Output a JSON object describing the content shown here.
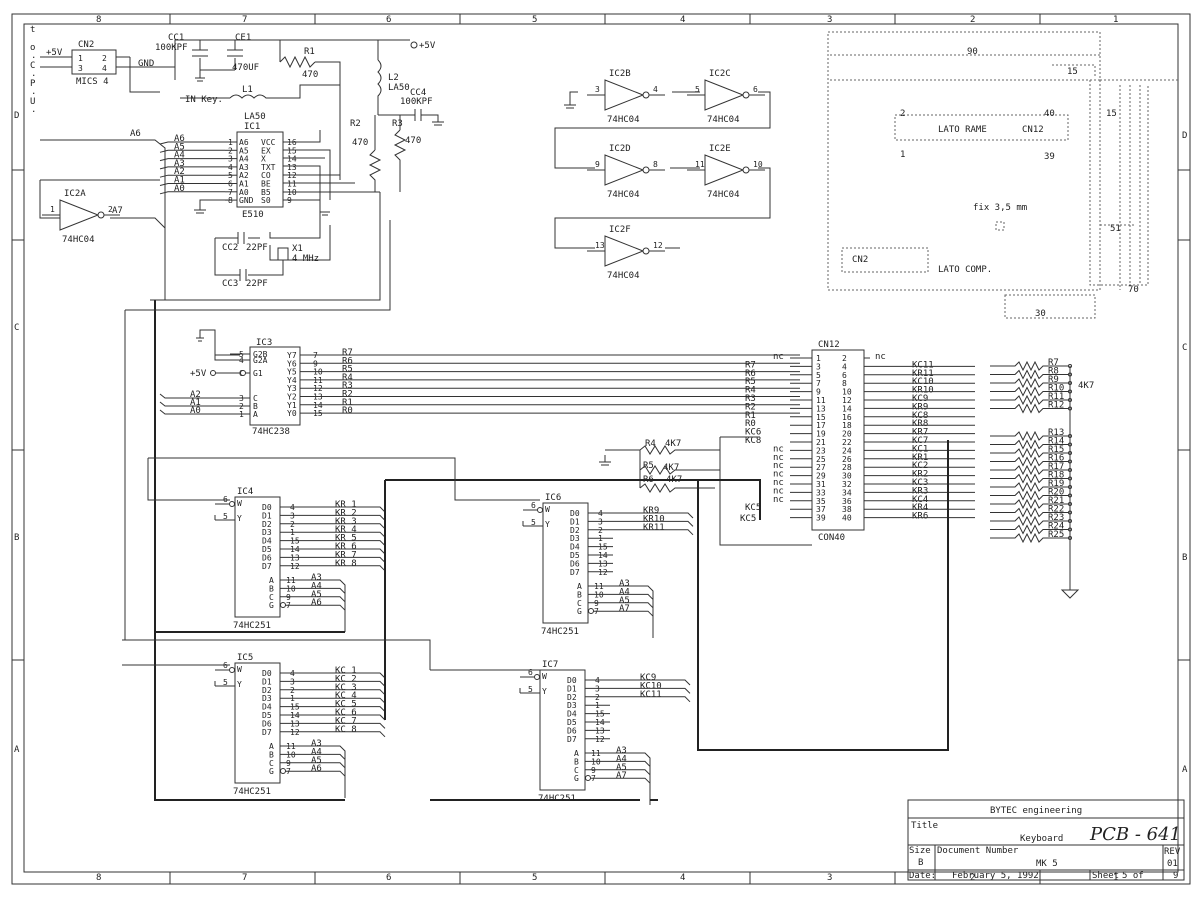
{
  "border": {
    "top_cols": [
      "8",
      "7",
      "6",
      "5",
      "4",
      "3",
      "2",
      "1"
    ],
    "bottom_cols": [
      "8",
      "7",
      "6",
      "5",
      "4",
      "3",
      "2",
      "1"
    ],
    "rows": [
      "D",
      "C",
      "B",
      "A"
    ]
  },
  "connector_label": [
    "t",
    "o",
    "C",
    "P",
    "U"
  ],
  "power": {
    "cn2_name": "CN2",
    "cn2_part": "MICS 4",
    "plus5": "+5V",
    "gnd": "GND",
    "cc1": "CC1",
    "cc1_val": "100KPF",
    "ce1": "CE1",
    "ce1_val": "470UF",
    "r1": "R1",
    "r1_val": "470",
    "supply": "+5V",
    "l2": "L2",
    "l2_val": "LA50",
    "cc4": "CC4",
    "cc4_val": "100KPF",
    "l1": "L1",
    "in_key": "IN Key."
  },
  "ic1": {
    "top": "LA50",
    "name": "IC1",
    "part": "E510",
    "left_pins": [
      "A6",
      "A5",
      "A4",
      "A3",
      "A2",
      "A1",
      "A0",
      "GND"
    ],
    "left_nums": [
      "1",
      "2",
      "3",
      "4",
      "5",
      "6",
      "7",
      "8"
    ],
    "right_pins": [
      "VCC",
      "EX",
      "X",
      "TXT",
      "CO",
      "BE",
      "B5",
      "S0"
    ],
    "right_nums": [
      "16",
      "15",
      "14",
      "13",
      "12",
      "11",
      "10",
      "9"
    ],
    "nets": [
      "A6",
      "A5",
      "A4",
      "A3",
      "A2",
      "A1",
      "A0"
    ]
  },
  "r2": "R2",
  "r2_val": "470",
  "r3": "R3",
  "r3_val": "470",
  "crystal": {
    "cc2": "CC2",
    "cc2_val": "22PF",
    "cc3": "CC3",
    "cc3_val": "22PF",
    "x1": "X1",
    "freq": "4 MHz"
  },
  "inverters": [
    {
      "name": "IC2A",
      "part": "74HC04",
      "in": "1",
      "out": "2",
      "net_in": "A6",
      "net_out": "A7"
    },
    {
      "name": "IC2B",
      "part": "74HC04",
      "in": "3",
      "out": "4"
    },
    {
      "name": "IC2C",
      "part": "74HC04",
      "in": "5",
      "out": "6"
    },
    {
      "name": "IC2D",
      "part": "74HC04",
      "in": "9",
      "out": "8"
    },
    {
      "name": "IC2E",
      "part": "74HC04",
      "in": "11",
      "out": "10"
    },
    {
      "name": "IC2F",
      "part": "74HC04",
      "in": "13",
      "out": "12"
    }
  ],
  "ic3": {
    "name": "IC3",
    "part": "74HC238",
    "left_pins": [
      "G2B",
      "G2A",
      "G1",
      "C",
      "B",
      "A"
    ],
    "left_nums": [
      "5",
      "4",
      "6",
      "3",
      "2",
      "1"
    ],
    "supply": "+5V",
    "inputs": [
      "A2",
      "A1",
      "A0"
    ],
    "right_pins": [
      "Y7",
      "Y6",
      "Y5",
      "Y4",
      "Y3",
      "Y2",
      "Y1",
      "Y0"
    ],
    "right_nums": [
      "7",
      "9",
      "10",
      "11",
      "12",
      "13",
      "14",
      "15"
    ],
    "nets": [
      "R7",
      "R6",
      "R5",
      "R4",
      "R3",
      "R2",
      "R1",
      "R0"
    ]
  },
  "cn12": {
    "name": "CN12",
    "part": "CON40",
    "left_nums": [
      "1",
      "3",
      "5",
      "7",
      "9",
      "11",
      "13",
      "15",
      "17",
      "19",
      "21",
      "23",
      "25",
      "27",
      "29",
      "31",
      "33",
      "35",
      "37",
      "39"
    ],
    "right_nums": [
      "2",
      "4",
      "6",
      "8",
      "10",
      "12",
      "14",
      "16",
      "18",
      "20",
      "22",
      "24",
      "26",
      "28",
      "30",
      "32",
      "34",
      "36",
      "38",
      "40"
    ],
    "left_nets": [
      "nc",
      "R7",
      "R6",
      "R5",
      "R4",
      "R3",
      "R2",
      "R1",
      "R0",
      "KC6",
      "KC8",
      "nc",
      "nc",
      "nc",
      "nc",
      "nc",
      "nc",
      "nc",
      "KC5",
      ""
    ],
    "right_nets": [
      "nc",
      "KC11",
      "KR11",
      "KC10",
      "KR10",
      "KC9",
      "KR9",
      "KC8",
      "KR8",
      "KR7",
      "KC7",
      "KC1",
      "KR1",
      "KC2",
      "KR2",
      "KC3",
      "KR3",
      "KC4",
      "KR4",
      "KR6"
    ]
  },
  "rnet": {
    "value": "4K7",
    "labels": [
      "R7",
      "R8",
      "R9",
      "R10",
      "R11",
      "R12",
      "R13",
      "R14",
      "R15",
      "R16",
      "R17",
      "R18",
      "R19",
      "R20",
      "R21",
      "R22",
      "R23",
      "R24",
      "R25"
    ]
  },
  "r4": "R4",
  "r5": "R5",
  "r6": "R6",
  "rval": "4K7",
  "mux": [
    {
      "name": "IC4",
      "part": "74HC251",
      "w": "W",
      "y": "Y",
      "wpin": "6",
      "ypin": "5",
      "inputs": [
        "D0",
        "D1",
        "D2",
        "D3",
        "D4",
        "D5",
        "D6",
        "D7"
      ],
      "nums": [
        "4",
        "3",
        "2",
        "1",
        "15",
        "14",
        "13",
        "12"
      ],
      "nets": [
        "KR 1",
        "KR 2",
        "KR 3",
        "KR 4",
        "KR 5",
        "KR 6",
        "KR 7",
        "KR 8"
      ],
      "sel": [
        "A",
        "B",
        "C",
        "G"
      ],
      "sel_nums": [
        "11",
        "10",
        "9",
        "7"
      ],
      "sel_nets": [
        "A3",
        "A4",
        "A5",
        "A6"
      ]
    },
    {
      "name": "IC5",
      "part": "74HC251",
      "w": "W",
      "y": "Y",
      "wpin": "6",
      "ypin": "5",
      "inputs": [
        "D0",
        "D1",
        "D2",
        "D3",
        "D4",
        "D5",
        "D6",
        "D7"
      ],
      "nums": [
        "4",
        "3",
        "2",
        "1",
        "15",
        "14",
        "13",
        "12"
      ],
      "nets": [
        "KC 1",
        "KC 2",
        "KC 3",
        "KC 4",
        "KC 5",
        "KC 6",
        "KC 7",
        "KC 8"
      ],
      "sel": [
        "A",
        "B",
        "C",
        "G"
      ],
      "sel_nums": [
        "11",
        "10",
        "9",
        "7"
      ],
      "sel_nets": [
        "A3",
        "A4",
        "A5",
        "A6"
      ]
    },
    {
      "name": "IC6",
      "part": "74HC251",
      "w": "W",
      "y": "Y",
      "wpin": "6",
      "ypin": "5",
      "inputs": [
        "D0",
        "D1",
        "D2",
        "D3",
        "D4",
        "D5",
        "D6",
        "D7"
      ],
      "nums": [
        "4",
        "3",
        "2",
        "1",
        "15",
        "14",
        "13",
        "12"
      ],
      "nets": [
        "KR9",
        "KR10",
        "KR11",
        "",
        "",
        "",
        "",
        ""
      ],
      "sel": [
        "A",
        "B",
        "C",
        "G"
      ],
      "sel_nums": [
        "11",
        "10",
        "9",
        "7"
      ],
      "sel_nets": [
        "A3",
        "A4",
        "A5",
        "A7"
      ]
    },
    {
      "name": "IC7",
      "part": "74HC251",
      "w": "W",
      "y": "Y",
      "wpin": "6",
      "ypin": "5",
      "inputs": [
        "D0",
        "D1",
        "D2",
        "D3",
        "D4",
        "D5",
        "D6",
        "D7"
      ],
      "nums": [
        "4",
        "3",
        "2",
        "1",
        "15",
        "14",
        "13",
        "12"
      ],
      "nets": [
        "KC9",
        "KC10",
        "KC11",
        "",
        "",
        "",
        "",
        ""
      ],
      "sel": [
        "A",
        "B",
        "C",
        "G"
      ],
      "sel_nums": [
        "11",
        "10",
        "9",
        "7"
      ],
      "sel_nets": [
        "A3",
        "A4",
        "A5",
        "A7"
      ]
    }
  ],
  "pcb": {
    "dim_90": "90",
    "dim_15a": "15",
    "dim_15b": "15",
    "dim_51": "51",
    "dim_70": "70",
    "dim_30": "30",
    "pin2": "2",
    "pin40": "40",
    "pin1": "1",
    "pin39": "39",
    "lato_rame": "LATO RAME",
    "cn12": "CN12",
    "fix": "fix 3,5 mm",
    "cn2": "CN2",
    "lato_comp": "LATO COMP."
  },
  "title_block": {
    "company": "BYTEC engineering",
    "title_label": "Title",
    "title": "Keyboard",
    "handwritten": "PCB - 641",
    "size_label": "Size",
    "size": "B",
    "docnum_label": "Document Number",
    "docnum": "MK 5",
    "rev_label": "REV",
    "rev": "01",
    "date_label": "Date:",
    "date": "February  5, 1992",
    "sheet_label": "Sheet",
    "sheet": "5 of",
    "sheet_total": "9"
  }
}
